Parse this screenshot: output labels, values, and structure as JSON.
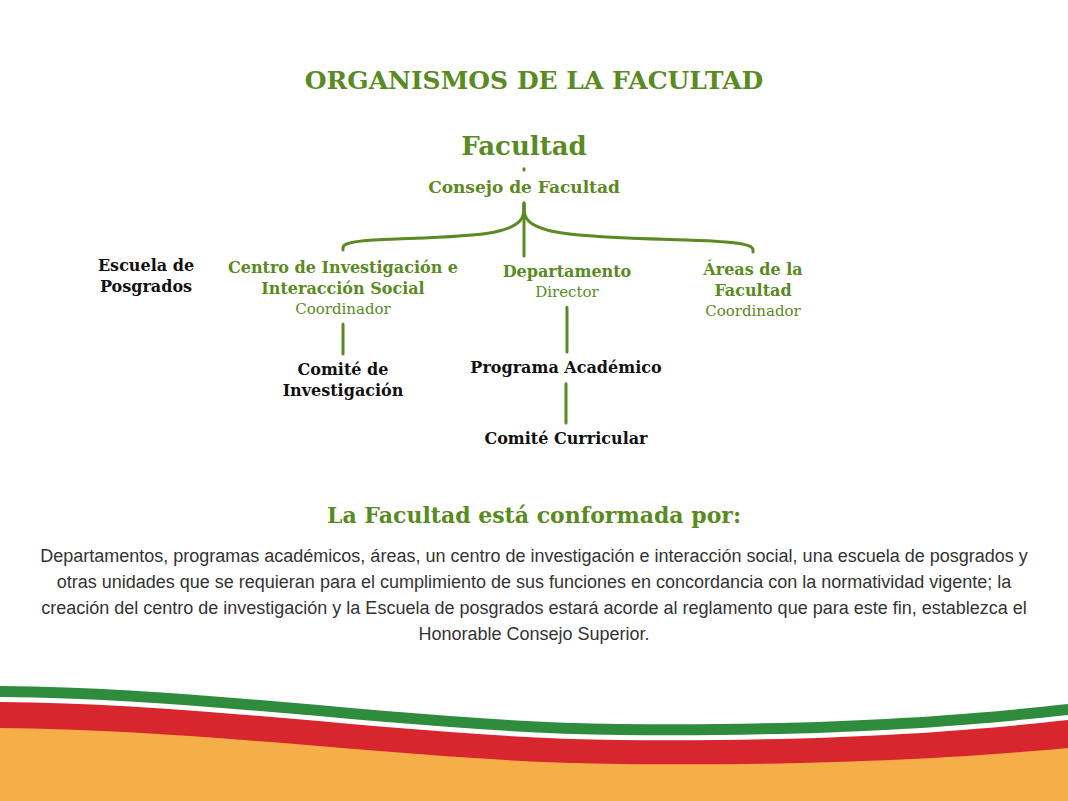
{
  "diagram": {
    "title": "ORGANISMOS DE LA FACULTAD",
    "nodes": [
      {
        "text": [
          "Facultad"
        ]
      },
      {
        "text": [
          "Consejo de Facultad"
        ]
      },
      {
        "text": [
          "Escuela de Posgrados"
        ]
      },
      {
        "text": [
          "Centro de Investigación e Interacción Social",
          "Coordinador"
        ]
      },
      {
        "text": [
          "Departamento",
          "Director"
        ]
      },
      {
        "text": [
          "Áreas de la Facultad",
          "Coordinador"
        ]
      },
      {
        "text": [
          "Comité de Investigación"
        ]
      },
      {
        "text": [
          "Programa Académico"
        ]
      },
      {
        "text": [
          "Comité Curricular"
        ]
      }
    ],
    "edges": [
      {
        "from": 0,
        "to": 1,
        "arrow": "none"
      },
      {
        "from": 1,
        "to": 3,
        "arrow": "none"
      },
      {
        "from": 1,
        "to": 4,
        "arrow": "none"
      },
      {
        "from": 1,
        "to": 5,
        "arrow": "none"
      },
      {
        "from": 3,
        "to": 6,
        "arrow": "none"
      },
      {
        "from": 4,
        "to": 7,
        "arrow": "none"
      },
      {
        "from": 7,
        "to": 8,
        "arrow": "none"
      }
    ],
    "labels": [
      "La Facultad está conformada por:",
      "Departamentos, programas académicos, áreas, un centro de investigación e interacción social, una escuela de posgrados y otras unidades que se requieran para el cumplimiento de sus funciones en concordancia con la normatividad vigente; la creación del centro de investigación y la Escuela de posgrados  estará  acorde al reglamento que para este fin, establezca el Honorable Consejo Superior."
    ]
  }
}
